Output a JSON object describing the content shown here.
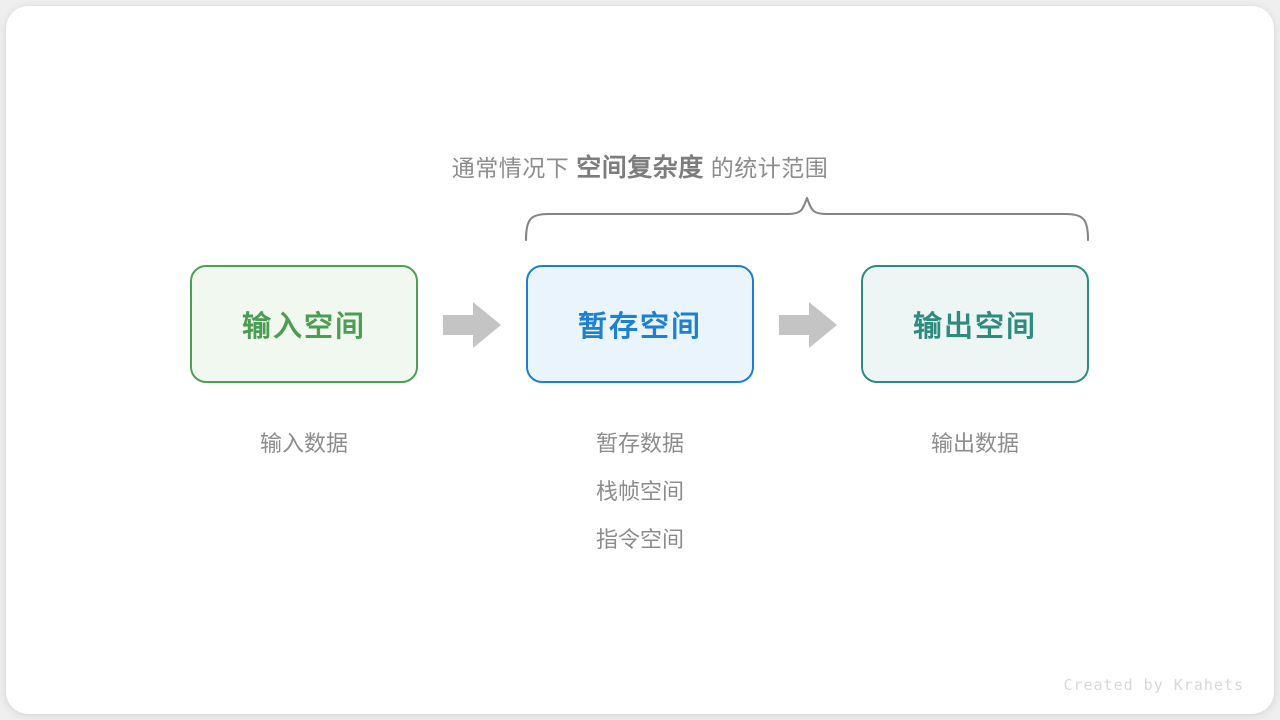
{
  "canvas": {
    "background": "#efefef",
    "card_background": "#ffffff"
  },
  "caption": {
    "prefix": "通常情况下",
    "emphasis": "空间复杂度",
    "suffix": "的统计范围",
    "color": "#8c8c8c"
  },
  "brace": {
    "name": "curly-brace",
    "spans_boxes": [
      "buffer-space",
      "output-space"
    ],
    "color": "#858585"
  },
  "boxes": [
    {
      "id": "input-space",
      "label": "输入空间",
      "border_color": "#4f9e53",
      "fill_color": "#f1f8f0",
      "text_color": "#4b9d52"
    },
    {
      "id": "buffer-space",
      "label": "暂存空间",
      "border_color": "#1a7fd4",
      "fill_color": "#eaf4fc",
      "text_color": "#1e80d2"
    },
    {
      "id": "output-space",
      "label": "输出空间",
      "border_color": "#2f8b81",
      "fill_color": "#edf6f4",
      "text_color": "#2f8a80"
    }
  ],
  "arrows": [
    {
      "id": "arrow-input-to-buffer",
      "color": "#c4c4c4"
    },
    {
      "id": "arrow-buffer-to-output",
      "color": "#c4c4c4"
    }
  ],
  "sublabels": {
    "input": [
      "输入数据"
    ],
    "buffer": [
      "暂存数据",
      "栈帧空间",
      "指令空间"
    ],
    "output": [
      "输出数据"
    ],
    "color": "#8c8c8c"
  },
  "watermark": {
    "text": "Created by Krahets",
    "color": "#d8d8d8"
  }
}
